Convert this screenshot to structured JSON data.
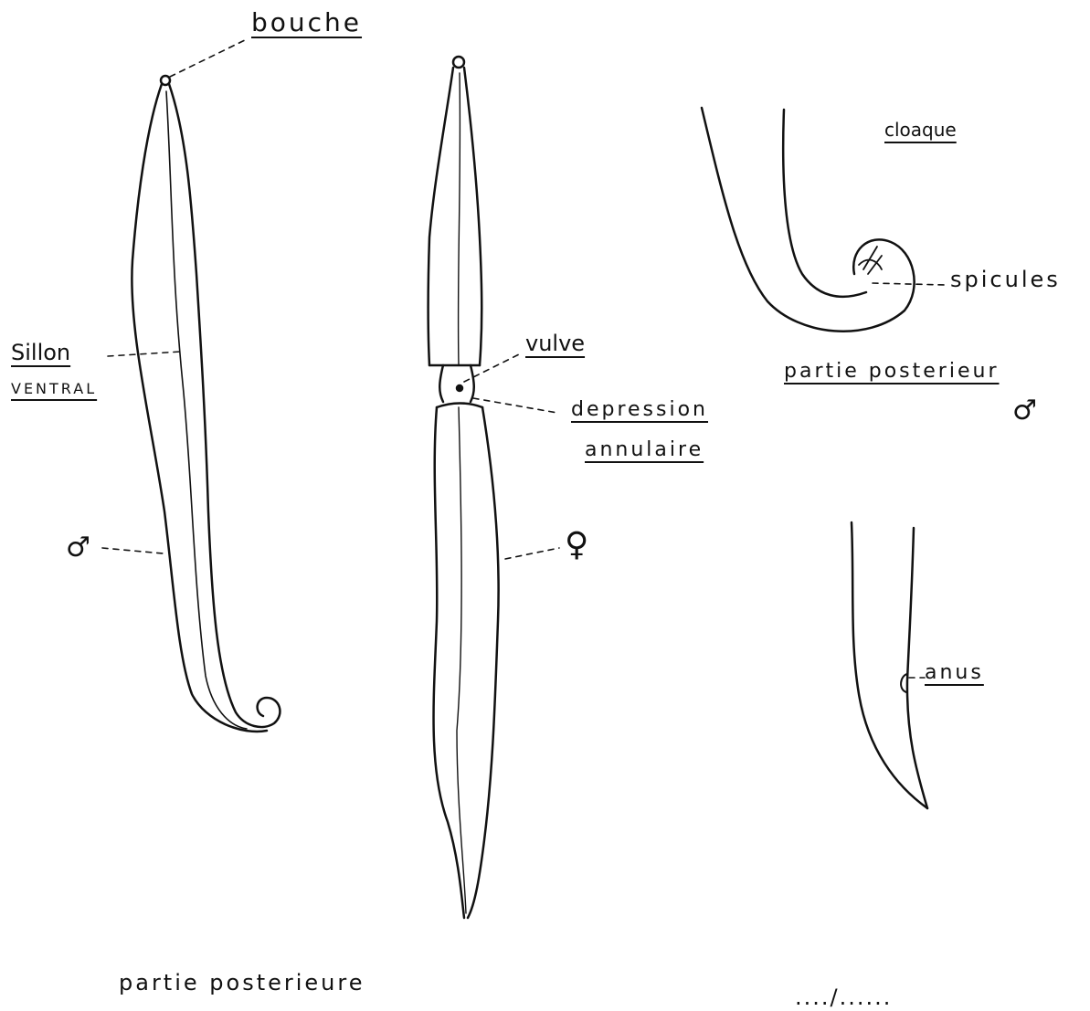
{
  "labels": {
    "bouche": "bouche",
    "sillon": "Sillon",
    "ventral": "VENTRAL",
    "vulve": "vulve",
    "depression": "depression",
    "annulaire": "annulaire",
    "cloaque": "cloaque",
    "spicules": "spicules",
    "partie_posterieure_male": "partie posterieur",
    "anus": "anus",
    "male_symbol": "♂",
    "female_symbol": "♀",
    "partie_posterieure_bottom": "partie posterieure",
    "page_marker": "..../......"
  },
  "colors": {
    "ink": "#111111",
    "paper": "#ffffff"
  }
}
